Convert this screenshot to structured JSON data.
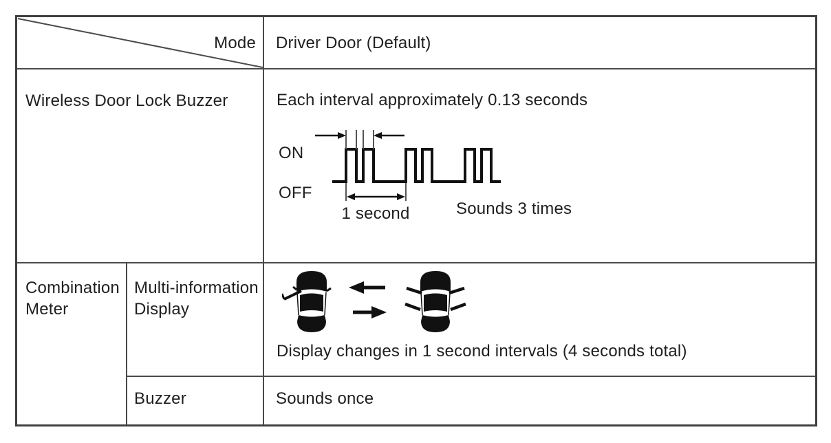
{
  "colors": {
    "background": "#ffffff",
    "border": "#4a4a4a",
    "text": "#1f1f1f",
    "ink": "#111111"
  },
  "header": {
    "corner_label": "Mode",
    "mode_value": "Driver Door (Default)"
  },
  "wireless": {
    "label": "Wireless Door Lock Buzzer",
    "interval_note": "Each interval approximately 0.13 seconds",
    "waveform": {
      "type": "square-wave",
      "on_label": "ON",
      "off_label": "OFF",
      "period_label": "1 second",
      "result_label": "Sounds 3 times",
      "pulse_groups": 3,
      "pulses_per_group": 2
    }
  },
  "meter": {
    "label": "Combination Meter",
    "display": {
      "label": "Multi-information Display",
      "left_icon": "car-driver-door-open-icon",
      "right_icon": "car-all-doors-open-icon",
      "arrows": [
        "left-arrow",
        "right-arrow"
      ],
      "caption": "Display changes in 1 second intervals (4 seconds total)"
    },
    "buzzer": {
      "label": "Buzzer",
      "value": "Sounds once"
    }
  }
}
